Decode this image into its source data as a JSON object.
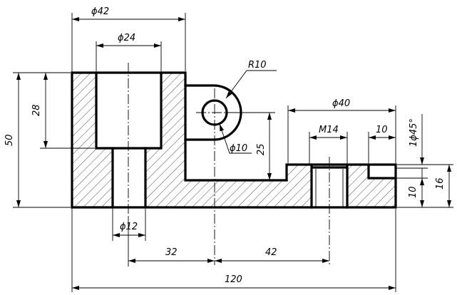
{
  "drawing": {
    "dimensions": {
      "d42": "ϕ42",
      "d24": "ϕ24",
      "r10": "R10",
      "d40": "ϕ40",
      "m14": "M14",
      "len10_top": "10",
      "chamfer": "1ϕ45°",
      "h28": "28",
      "h50": "50",
      "d10": "ϕ10",
      "h25": "25",
      "h10": "10",
      "h16": "16",
      "d12": "ϕ12",
      "len32": "32",
      "len42": "42",
      "len120": "120"
    }
  }
}
